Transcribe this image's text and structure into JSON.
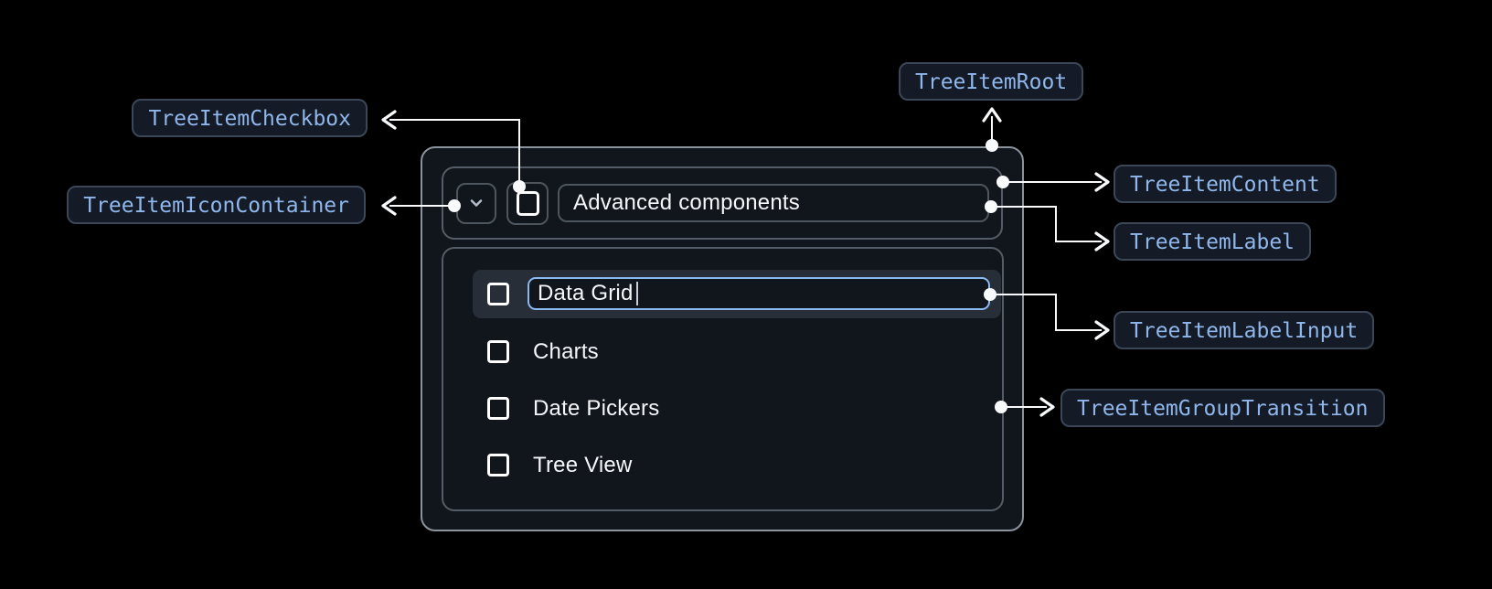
{
  "annotations": {
    "checkbox": {
      "label": "TreeItemCheckbox"
    },
    "icon_container": {
      "label": "TreeItemIconContainer"
    },
    "root": {
      "label": "TreeItemRoot"
    },
    "content": {
      "label": "TreeItemContent"
    },
    "label": {
      "label": "TreeItemLabel"
    },
    "label_input": {
      "label": "TreeItemLabelInput"
    },
    "group_transition": {
      "label": "TreeItemGroupTransition"
    }
  },
  "tree": {
    "parent": {
      "label": "Advanced components",
      "expanded": true,
      "checkbox_checked": false
    },
    "children": [
      {
        "label": "Data Grid",
        "state": "editing",
        "checkbox_checked": false
      },
      {
        "label": "Charts",
        "checkbox_checked": false
      },
      {
        "label": "Date Pickers",
        "checkbox_checked": false
      },
      {
        "label": "Tree View",
        "checkbox_checked": false
      }
    ]
  },
  "icons": {
    "expand": "chevron-down-icon",
    "item_checkbox": "checkbox-unchecked-icon"
  },
  "colors": {
    "page_background": "#000000",
    "component_background": "#11151c",
    "outer_border": "#8b939d",
    "panel_border": "#545d67",
    "item_border": "#4d565f",
    "text": "#f5f7fa",
    "icon_muted": "#b3bcc8",
    "row_highlight": "#272e38",
    "input_focus_border": "#8abaf0",
    "badge_background": "#151b26",
    "badge_border": "#3b4757",
    "badge_text": "#8fb7ec",
    "connector": "#f8fafc"
  }
}
